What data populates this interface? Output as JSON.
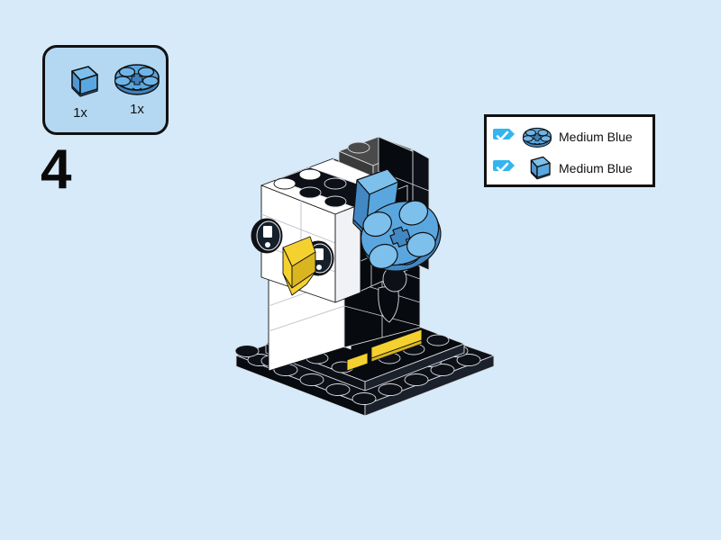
{
  "page": {
    "background_color": "#d6eaf9",
    "step_number": "4",
    "title": "LEGO BrickHeadz penguin build step"
  },
  "callout": {
    "background_color": "#b4d8f2",
    "border_color": "#111111",
    "parts": [
      {
        "icon": "lego-slope-piece-icon",
        "quantity": "1x",
        "color": "#5aa7e0"
      },
      {
        "icon": "lego-round-plate-2x2-icon",
        "quantity": "1x",
        "color": "#5aa7e0"
      }
    ]
  },
  "legend": {
    "background_color": "#ffffff",
    "border_color": "#111111",
    "checkbox_color": "#33b5f0",
    "rows": [
      {
        "checked": true,
        "icon": "lego-round-plate-2x2-icon",
        "label": "Medium Blue"
      },
      {
        "checked": true,
        "icon": "lego-slope-piece-icon",
        "label": "Medium Blue"
      }
    ]
  },
  "model": {
    "name": "penguin-brickheadz",
    "colors": {
      "black": "#0d1117",
      "white": "#ffffff",
      "yellow": "#f5d130",
      "medium_blue": "#5aa7e0",
      "dark_gray": "#4a4a4a",
      "outline": "#111111"
    },
    "new_parts_highlight": [
      "medium-blue-slope",
      "medium-blue-round-plate"
    ]
  }
}
